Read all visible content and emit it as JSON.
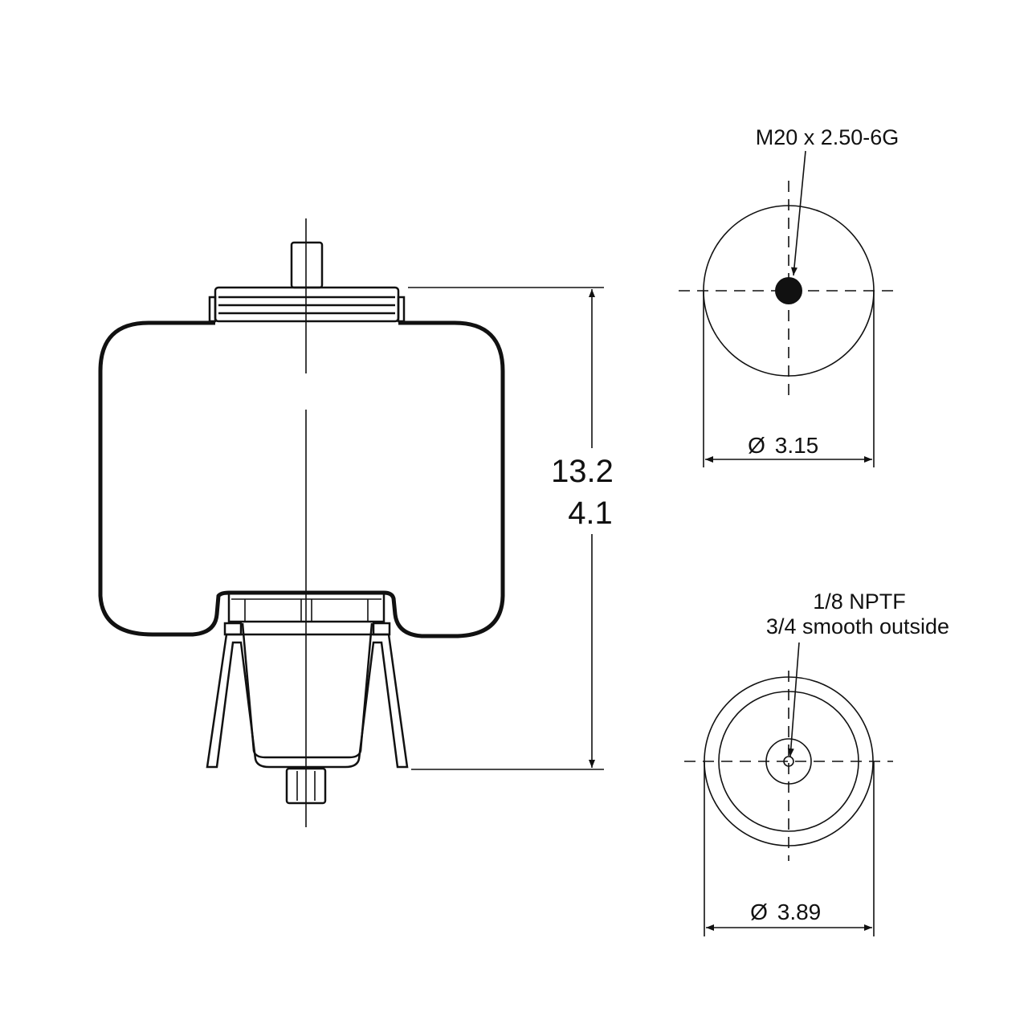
{
  "side_view": {
    "height_max": "13.2",
    "height_min": "4.1"
  },
  "top_view": {
    "thread_label": "M20 x 2.50-6G",
    "diameter_symbol": "Ø",
    "diameter": "3.15"
  },
  "bottom_view": {
    "port_label_line1": "1/8 NPTF",
    "port_label_line2": "3/4 smooth outside",
    "diameter_symbol": "Ø",
    "diameter": "3.89"
  },
  "colors": {
    "line": "#111111",
    "background": "#ffffff"
  }
}
